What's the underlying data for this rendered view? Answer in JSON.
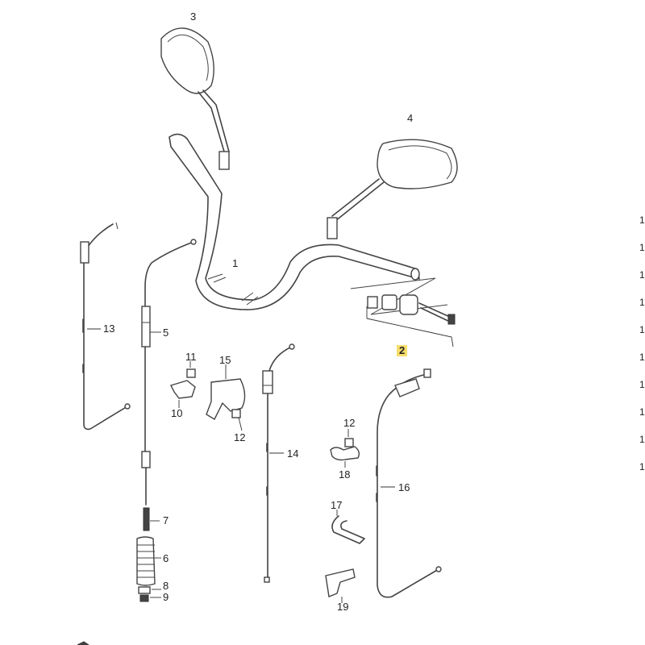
{
  "diagram": {
    "callouts": [
      {
        "id": "c1",
        "text": "1"
      },
      {
        "id": "c2",
        "text": "2",
        "highlight": true
      },
      {
        "id": "c3",
        "text": "3"
      },
      {
        "id": "c4",
        "text": "4"
      },
      {
        "id": "c5",
        "text": "5"
      },
      {
        "id": "c6",
        "text": "6"
      },
      {
        "id": "c7",
        "text": "7"
      },
      {
        "id": "c8",
        "text": "8"
      },
      {
        "id": "c9",
        "text": "9"
      },
      {
        "id": "c10",
        "text": "10"
      },
      {
        "id": "c11",
        "text": "11"
      },
      {
        "id": "c12a",
        "text": "12"
      },
      {
        "id": "c12b",
        "text": "12"
      },
      {
        "id": "c13",
        "text": "13"
      },
      {
        "id": "c14",
        "text": "14"
      },
      {
        "id": "c15",
        "text": "15"
      },
      {
        "id": "c16",
        "text": "16"
      },
      {
        "id": "c17",
        "text": "17"
      },
      {
        "id": "c18",
        "text": "18"
      },
      {
        "id": "c19",
        "text": "19"
      }
    ],
    "side_rows": [
      "1",
      "1",
      "1",
      "1",
      "1",
      "1",
      "1",
      "1",
      "1",
      "1"
    ],
    "colors": {
      "highlight": "#f6dd6a",
      "line": "#444444"
    }
  }
}
